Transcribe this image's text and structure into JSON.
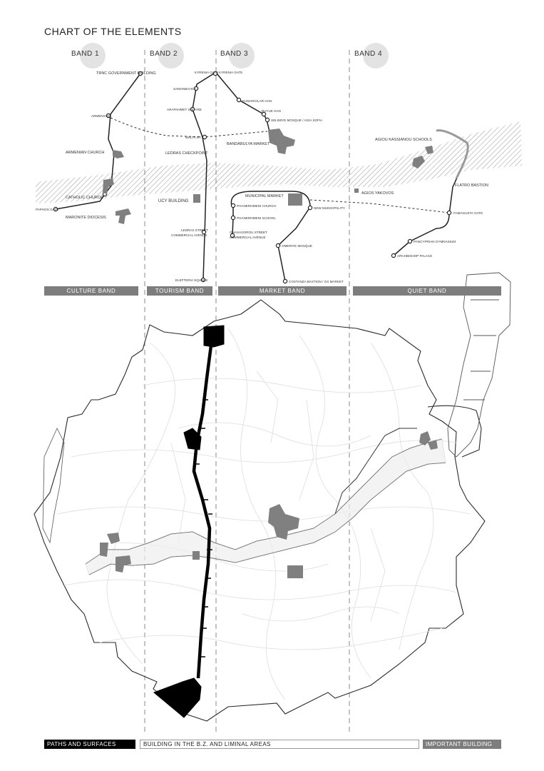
{
  "title": "CHART OF THE ELEMENTS",
  "bands": [
    {
      "label": "BAND 1"
    },
    {
      "label": "BAND 2"
    },
    {
      "label": "BAND 3"
    },
    {
      "label": "BAND 4"
    }
  ],
  "band_bars": [
    {
      "label": "CULTURE BAND"
    },
    {
      "label": "TOURISM BAND"
    },
    {
      "label": "MARKET BAND"
    },
    {
      "label": "QUIET BAND"
    }
  ],
  "places": {
    "trnc_gov": "TRNC GOVERNMENT BUILDING",
    "armenia_st": "ARMENIA ST.",
    "armenian_church": "ARMENIAN CHURCH",
    "catholic_church": "CATHOLIC CHURCH",
    "paphos_gate": "PAPHOS GATE",
    "maronite_diocesis": "MARONITE DIOCESIS",
    "kyrenia_gate_1": "KYRENIA GATE",
    "kyrenia_gate_2": "KYRENIA GATE",
    "samanbahce": "SAMANBAHCE",
    "arabahmet_square": "ARAPAHMET SQUARE",
    "buyuk_han": "BUYUK HAN",
    "kuru_han": "KUMARCILAR HAN",
    "selimiye": "SELIMIYE MOSQUE / AGIA SOFIA",
    "bandabulya": "BANDABULYA MARKET",
    "malta_st": "MALTA ST.",
    "ledras_checkpoint": "LEDRAS CHECKPOINT",
    "ucy_building": "UCY BUILDING",
    "ledras_street": "LEDRAS STREET",
    "commercial_avenue_1": "COMMERCIAL AVENUE",
    "eleftheria_square": "ELEFTERIA SQUARE",
    "municipal_market": "MUNICIPAL MARKET",
    "new_municipality": "NEW MUNICIPALITY",
    "phaneromeni_church": "PHANEROMENI CHURCH",
    "phaneromeni_school": "PHANEROMENI SCHOOL",
    "onasagorou_street": "ONASAGOROU STREET",
    "commercial_avenue_2": "COMMERCIAL AVENUE",
    "omeriye_mosque": "OMERIYE MOSQUE",
    "costanza_bastion": "COSTANZA BASTION / OX MARKET",
    "agiou_kassianou": "AGIOU KASSIANOU SCHOOLS",
    "agios_iakovos": "AGIOS YAKOVOS",
    "flatro_bastion": "FLATRO BASTION",
    "famagusta_gate": "FAMAGUSTA GATE",
    "pancyprian_gymnasium": "PANCYPRIAN GYMNASIUM",
    "archbishop_palace": "ARCHBISHOP PALACE"
  },
  "legend": [
    {
      "label": "PATHS AND SURFACES"
    },
    {
      "label": "BUILDING IN THE B.Z. AND LIMINAL AREAS"
    },
    {
      "label": "IMPORTANT BUILDING"
    }
  ],
  "colors": {
    "band_bar": "#7d7d7d",
    "important_building": "#808080",
    "paths": "#000000",
    "hatch": "#555555",
    "street_lines": "#dcdcdc"
  }
}
